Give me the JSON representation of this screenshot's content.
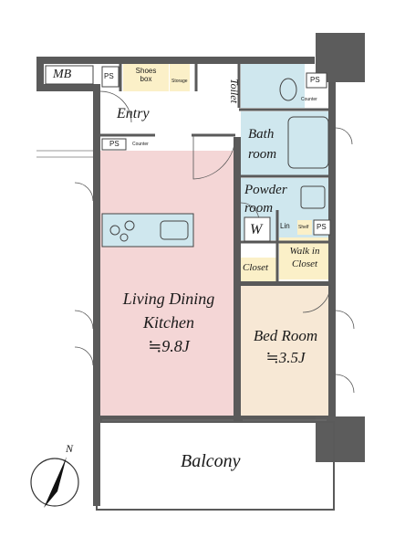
{
  "rooms": {
    "mb": "MB",
    "ps": "PS",
    "shoes_box": [
      "Shoes",
      "box"
    ],
    "storage": "Storage",
    "entry": "Entry",
    "toilet": "Toilet",
    "counter": "Counter",
    "bath_room": [
      "Bath",
      "room"
    ],
    "powder_room": [
      "Powder",
      "room"
    ],
    "w": "W",
    "lin": "Lin",
    "shelf": "Shelf",
    "closet": "Closet",
    "walk_in_closet": [
      "Walk in",
      "Closet"
    ],
    "ldk": [
      "Living Dining",
      "Kitchen",
      "≒9.8J"
    ],
    "bed_room": [
      "Bed Room",
      "≒3.5J"
    ],
    "balcony": "Balcony"
  },
  "compass": {
    "label": "N"
  },
  "colors": {
    "ldk_fill": "#f4d6d6",
    "bed_fill": "#f7e8d5",
    "wet_fill": "#cfe7ee",
    "storage_fill": "#fbf0c8",
    "wall": "#5a5a5a",
    "column": "#5c5c5c"
  }
}
